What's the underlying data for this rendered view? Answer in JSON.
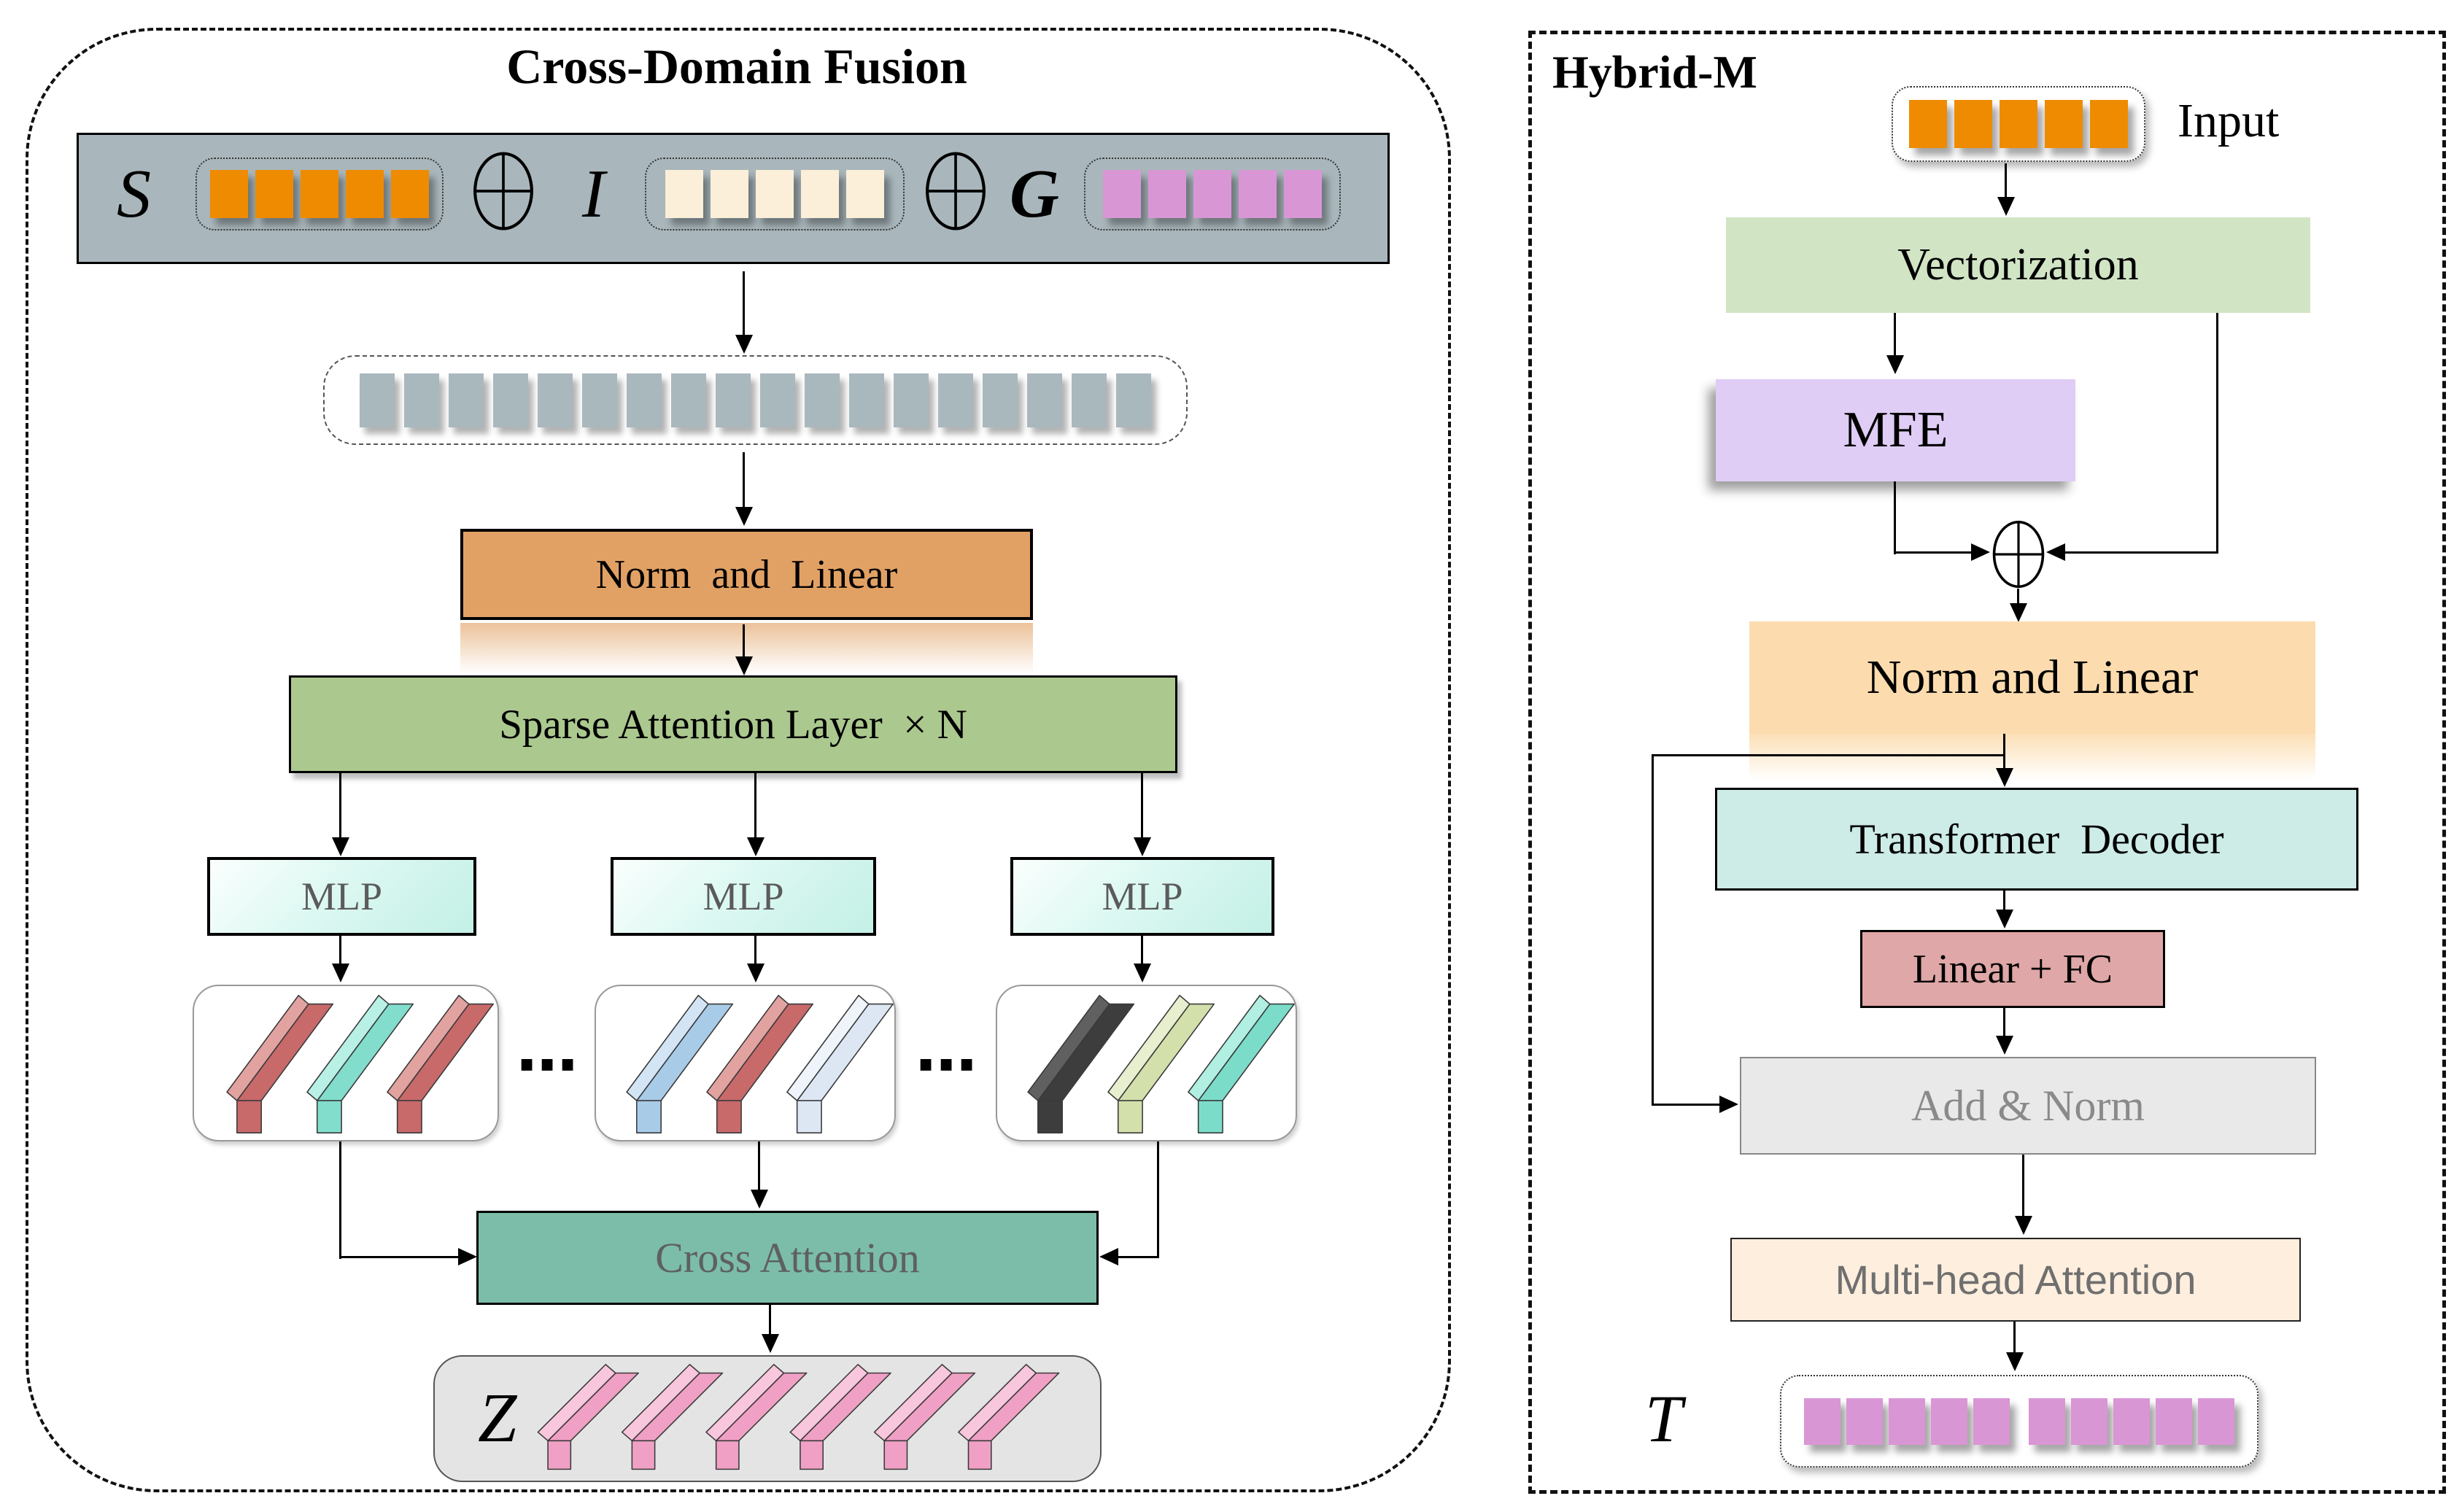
{
  "left_panel": {
    "title": "Cross-Domain Fusion",
    "s_label": "S",
    "i_label": "I",
    "g_label": "G",
    "s_token_count": 5,
    "i_token_count": 5,
    "g_token_count": 5,
    "fused_token_count": 18,
    "norm_linear_label": "Norm  and  Linear",
    "sparse_label": "Sparse Attention Layer  × N",
    "mlp_labels": [
      "MLP",
      "MLP",
      "MLP"
    ],
    "dots": "⋯",
    "bar_groups": [
      {
        "colors": [
          "red",
          "teal",
          "red"
        ]
      },
      {
        "colors": [
          "blue",
          "red",
          "lightblue"
        ]
      },
      {
        "colors": [
          "black",
          "olive",
          "teal2"
        ]
      }
    ],
    "cross_attention_label": "Cross Attention",
    "z_label": "Z",
    "z_bars": {
      "colors": [
        "pink",
        "pink",
        "pink",
        "pink",
        "pink",
        "pink"
      ]
    }
  },
  "right_panel": {
    "title": "Hybrid-M",
    "input_label": "Input",
    "input_token_count": 5,
    "vectorization_label": "Vectorization",
    "mfe_label": "MFE",
    "norm_linear_label": "Norm and Linear",
    "transformer_label": "Transformer  Decoder",
    "linear_fc_label": "Linear + FC",
    "add_norm_label": "Add & Norm",
    "multihead_label": "Multi-head Attention",
    "t_label": "T",
    "t_token_groups": [
      5,
      5
    ]
  },
  "colors": {
    "css": {
      "slate-bar": "#a9b7bc",
      "token-orange": "#ee8b00",
      "token-cream": "#fbefd9",
      "token-violet": "#d996d5",
      "token-gray": "#a9b8bd",
      "box-orange": "#e2a164",
      "box-green": "#abc88e",
      "mlp-from": "#fbfffe",
      "mlp-mid": "#ddf8f2",
      "mlp-to": "#c3f0e6",
      "cross-teal": "#7cbda9",
      "z-gray": "#e4e4e4",
      "vectorization-green": "#d1e5c5",
      "mfe-lavender": "#dfcdf5",
      "norm-peach": "#fcdcae",
      "transformer-cyan": "#cdebe7",
      "linearfc-rose": "#dfa7a7",
      "addnorm-gray": "#e9e9e9",
      "multihead-cream": "#fdeedd",
      "gray-text": "#5b5b5b",
      "cross-text": "#5e6061",
      "addnorm-text": "#8a8a8a",
      "multihead-text": "#6f6f6f"
    },
    "bars": {
      "red": {
        "front": "#c8696a",
        "top": "#e2a3a0"
      },
      "teal": {
        "front": "#82ddcc",
        "top": "#b8f0e6"
      },
      "blue": {
        "front": "#a8cbe8",
        "top": "#d3e5f5"
      },
      "lightblue": {
        "front": "#dde7f4",
        "top": "#eff4fb"
      },
      "black": {
        "front": "#3d3d3d",
        "top": "#606060"
      },
      "olive": {
        "front": "#d3e0ac",
        "top": "#e7efcf"
      },
      "teal2": {
        "front": "#7cdcca",
        "top": "#b0efe2"
      },
      "pink": {
        "front": "#f0a0c5",
        "top": "#f8c6dd"
      }
    }
  }
}
